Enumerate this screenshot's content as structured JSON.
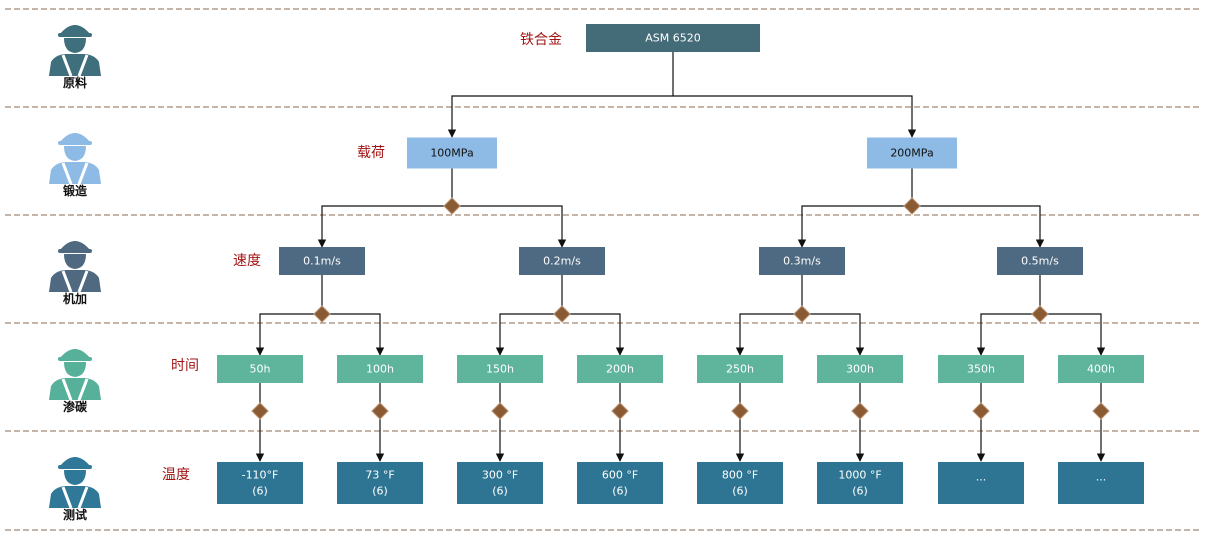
{
  "stages": [
    {
      "label": "原料",
      "color": "#3f6e7c"
    },
    {
      "label": "锻造",
      "color": "#8dbbe6"
    },
    {
      "label": "机加",
      "color": "#4f6a80"
    },
    {
      "label": "渗碳",
      "color": "#56b09a"
    },
    {
      "label": "测试",
      "color": "#2f7898"
    }
  ],
  "params": [
    {
      "label": "铁合金"
    },
    {
      "label": "载荷"
    },
    {
      "label": "速度"
    },
    {
      "label": "时间"
    },
    {
      "label": "温度"
    }
  ],
  "colors": {
    "material": "#446b78",
    "load": "#8dbbe6",
    "speed": "#4e6a82",
    "time": "#5fb59c",
    "temp": "#2e7593",
    "diamond": "#8a5a32",
    "param_text": "#a31515",
    "divider": "#8b6a50"
  },
  "tree": {
    "material": {
      "label": "ASM 6520"
    },
    "loads": [
      {
        "label": "100MPa",
        "speeds": [
          {
            "label": "0.1m/s",
            "times": [
              {
                "label": "50h",
                "temp": {
                  "line1": "-110°F",
                  "line2": "(6)"
                }
              },
              {
                "label": "100h",
                "temp": {
                  "line1": "73 °F",
                  "line2": "(6)"
                }
              }
            ]
          },
          {
            "label": "0.2m/s",
            "times": [
              {
                "label": "150h",
                "temp": {
                  "line1": "300 °F",
                  "line2": "(6)"
                }
              },
              {
                "label": "200h",
                "temp": {
                  "line1": "600 °F",
                  "line2": "(6)"
                }
              }
            ]
          }
        ]
      },
      {
        "label": "200MPa",
        "speeds": [
          {
            "label": "0.3m/s",
            "times": [
              {
                "label": "250h",
                "temp": {
                  "line1": "800 °F",
                  "line2": "(6)"
                }
              },
              {
                "label": "300h",
                "temp": {
                  "line1": "1000 °F",
                  "line2": "(6)"
                }
              }
            ]
          },
          {
            "label": "0.5m/s",
            "times": [
              {
                "label": "350h",
                "temp": {
                  "line1": "...",
                  "line2": ""
                }
              },
              {
                "label": "400h",
                "temp": {
                  "line1": "...",
                  "line2": ""
                }
              }
            ]
          }
        ]
      }
    ]
  }
}
